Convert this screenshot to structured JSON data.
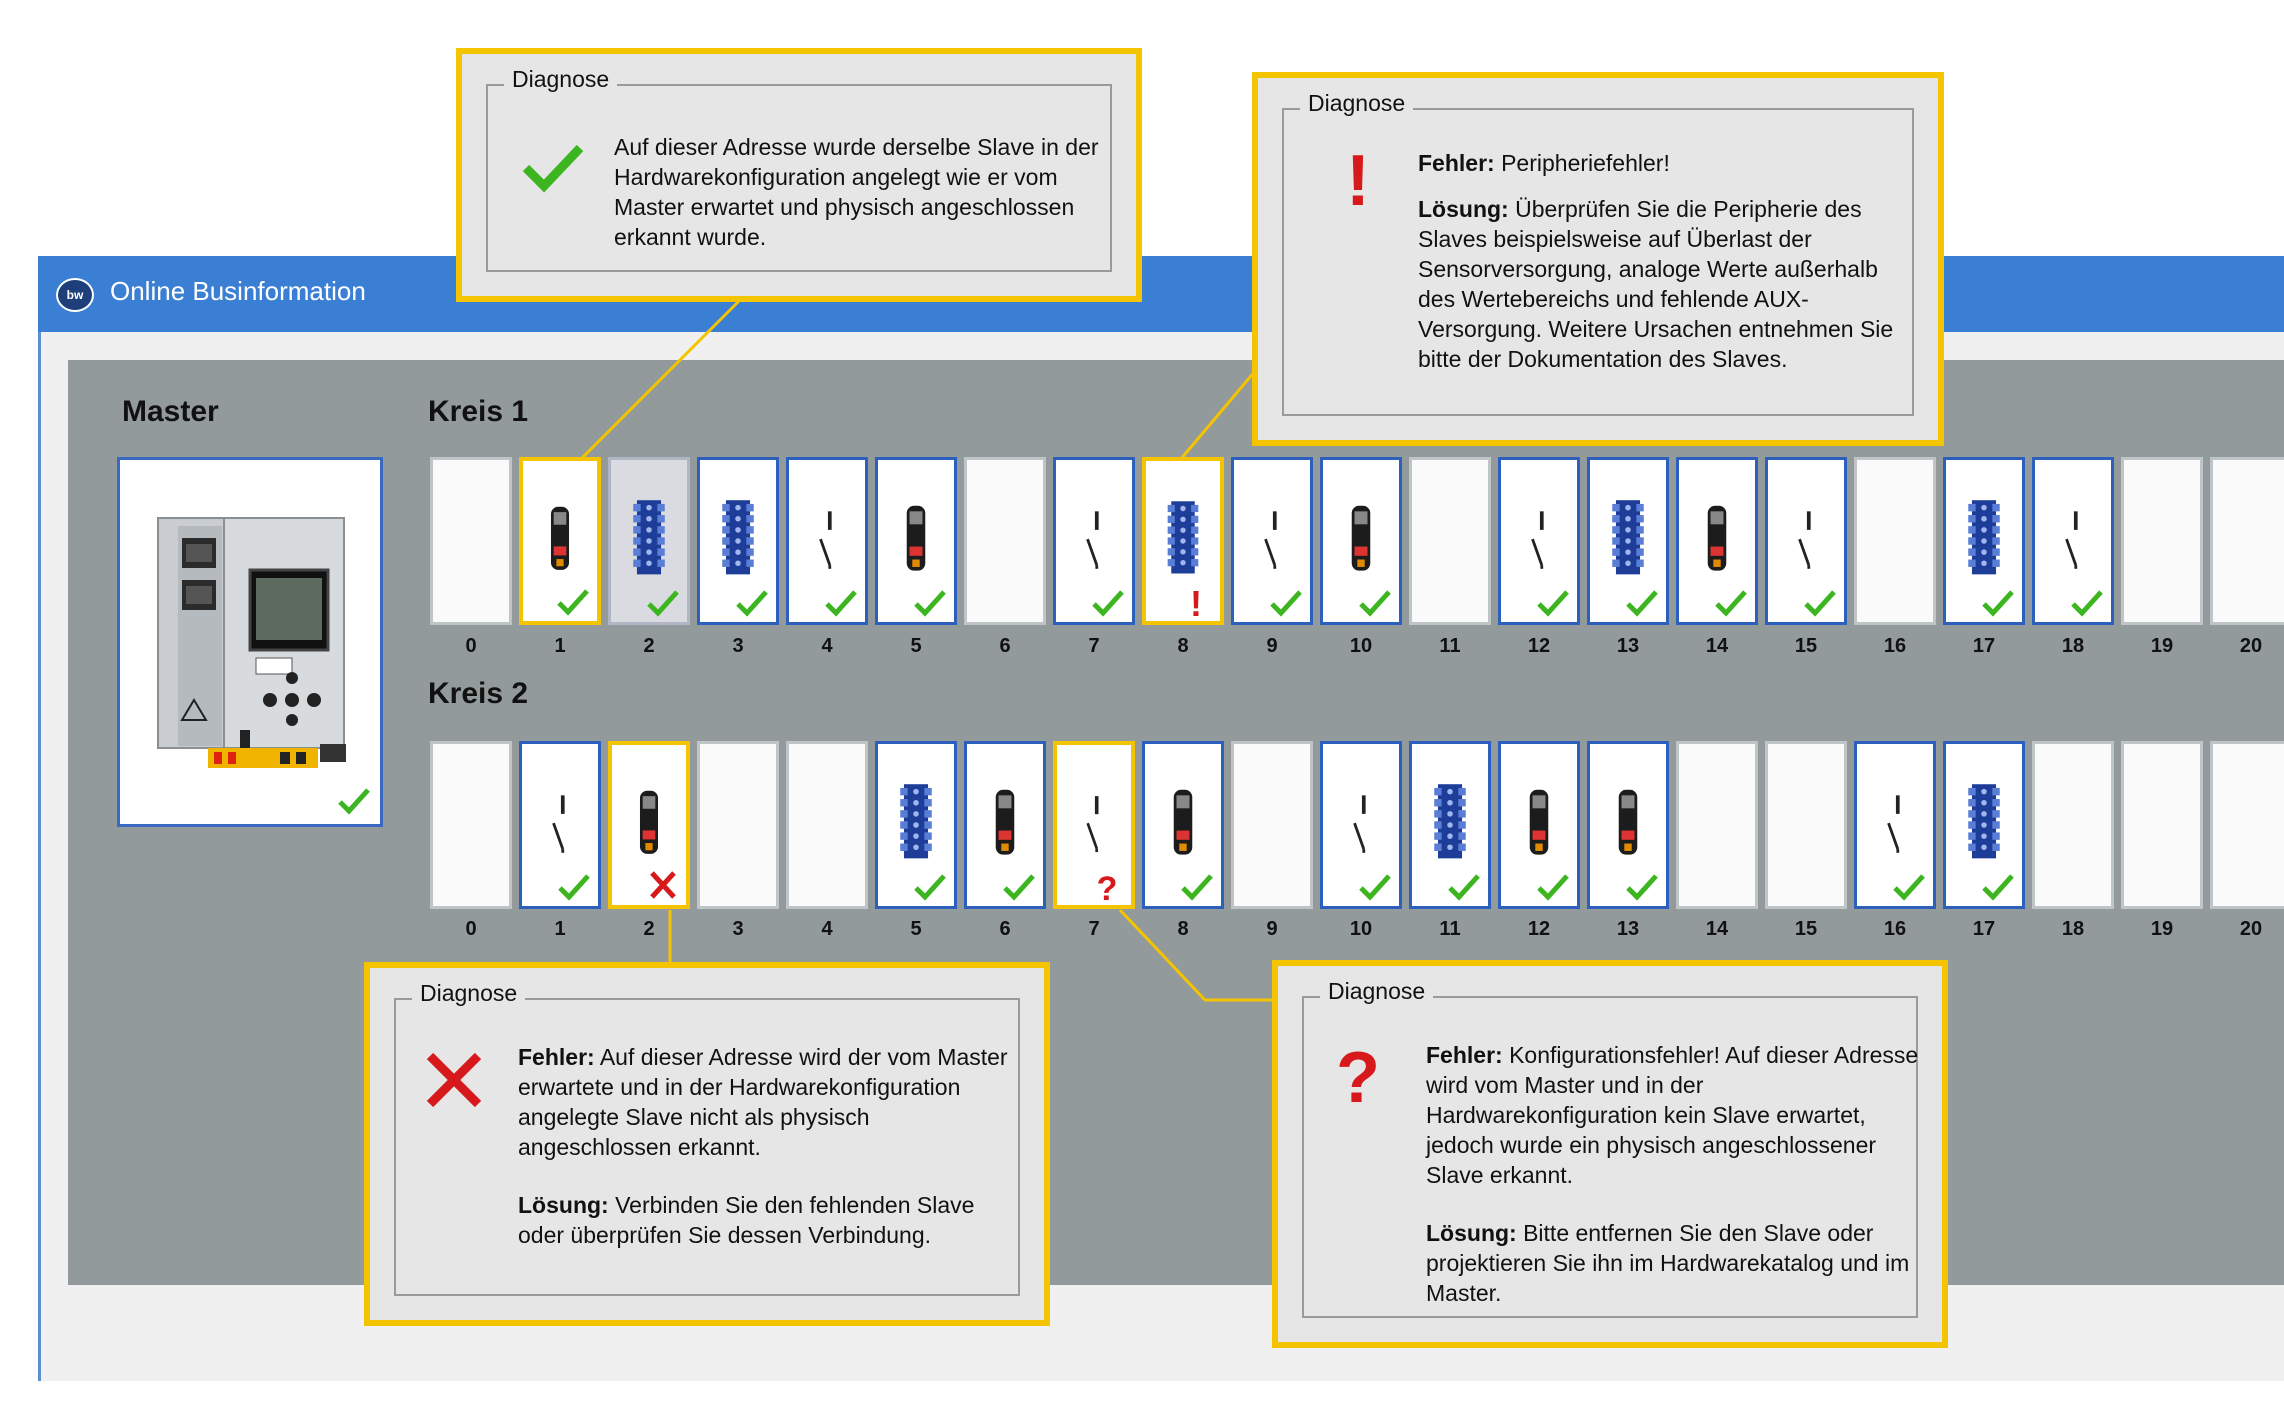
{
  "window": {
    "title": "Online Businformation",
    "logo": "bw-logo"
  },
  "master": {
    "label": "Master",
    "status": "ok"
  },
  "kreis1": {
    "label": "Kreis 1",
    "slots": [
      {
        "n": "0",
        "dev": "",
        "frame": "empty",
        "st": ""
      },
      {
        "n": "1",
        "dev": "sensor",
        "frame": "yellow",
        "st": "ok"
      },
      {
        "n": "2",
        "dev": "module",
        "frame": "grey",
        "st": "ok"
      },
      {
        "n": "3",
        "dev": "module",
        "frame": "blue",
        "st": "ok"
      },
      {
        "n": "4",
        "dev": "switch",
        "frame": "blue",
        "st": "ok"
      },
      {
        "n": "5",
        "dev": "sensor",
        "frame": "blue",
        "st": "ok"
      },
      {
        "n": "6",
        "dev": "",
        "frame": "empty",
        "st": ""
      },
      {
        "n": "7",
        "dev": "switch",
        "frame": "blue",
        "st": "ok"
      },
      {
        "n": "8",
        "dev": "module",
        "frame": "yellow",
        "st": "excl"
      },
      {
        "n": "9",
        "dev": "switch",
        "frame": "blue",
        "st": "ok"
      },
      {
        "n": "10",
        "dev": "sensor",
        "frame": "blue",
        "st": "ok"
      },
      {
        "n": "11",
        "dev": "",
        "frame": "empty",
        "st": ""
      },
      {
        "n": "12",
        "dev": "switch",
        "frame": "blue",
        "st": "ok"
      },
      {
        "n": "13",
        "dev": "module",
        "frame": "blue",
        "st": "ok"
      },
      {
        "n": "14",
        "dev": "sensor",
        "frame": "blue",
        "st": "ok"
      },
      {
        "n": "15",
        "dev": "switch",
        "frame": "blue",
        "st": "ok"
      },
      {
        "n": "16",
        "dev": "",
        "frame": "empty",
        "st": ""
      },
      {
        "n": "17",
        "dev": "module",
        "frame": "blue",
        "st": "ok"
      },
      {
        "n": "18",
        "dev": "switch",
        "frame": "blue",
        "st": "ok"
      },
      {
        "n": "19",
        "dev": "",
        "frame": "empty",
        "st": ""
      },
      {
        "n": "20",
        "dev": "",
        "frame": "empty",
        "st": ""
      }
    ]
  },
  "kreis2": {
    "label": "Kreis 2",
    "slots": [
      {
        "n": "0",
        "dev": "",
        "frame": "empty",
        "st": ""
      },
      {
        "n": "1",
        "dev": "switch",
        "frame": "blue",
        "st": "ok"
      },
      {
        "n": "2",
        "dev": "sensor",
        "frame": "yellow",
        "st": "cross"
      },
      {
        "n": "3",
        "dev": "",
        "frame": "empty",
        "st": ""
      },
      {
        "n": "4",
        "dev": "",
        "frame": "empty",
        "st": ""
      },
      {
        "n": "5",
        "dev": "module",
        "frame": "blue",
        "st": "ok"
      },
      {
        "n": "6",
        "dev": "sensor",
        "frame": "blue",
        "st": "ok"
      },
      {
        "n": "7",
        "dev": "switch",
        "frame": "yellow",
        "st": "quest"
      },
      {
        "n": "8",
        "dev": "sensor",
        "frame": "blue",
        "st": "ok"
      },
      {
        "n": "9",
        "dev": "",
        "frame": "empty",
        "st": ""
      },
      {
        "n": "10",
        "dev": "switch",
        "frame": "blue",
        "st": "ok"
      },
      {
        "n": "11",
        "dev": "module",
        "frame": "blue",
        "st": "ok"
      },
      {
        "n": "12",
        "dev": "sensor",
        "frame": "blue",
        "st": "ok"
      },
      {
        "n": "13",
        "dev": "sensor",
        "frame": "blue",
        "st": "ok"
      },
      {
        "n": "14",
        "dev": "",
        "frame": "empty",
        "st": ""
      },
      {
        "n": "15",
        "dev": "",
        "frame": "empty",
        "st": ""
      },
      {
        "n": "16",
        "dev": "switch",
        "frame": "blue",
        "st": "ok"
      },
      {
        "n": "17",
        "dev": "module",
        "frame": "blue",
        "st": "ok"
      },
      {
        "n": "18",
        "dev": "",
        "frame": "empty",
        "st": ""
      },
      {
        "n": "19",
        "dev": "",
        "frame": "empty",
        "st": ""
      },
      {
        "n": "20",
        "dev": "",
        "frame": "empty",
        "st": ""
      }
    ]
  },
  "diag_ok": {
    "caption": "Diagnose",
    "icon": "check-icon",
    "text": "Auf dieser Adresse wurde derselbe Slave in der Hardwarekonfiguration angelegt wie er vom Master erwartet und physisch angeschlossen erkannt wurde."
  },
  "diag_periph": {
    "caption": "Diagnose",
    "icon": "exclamation-icon",
    "error_label": "Fehler:",
    "error_text": "Peripheriefehler!",
    "solution_label": "Lösung:",
    "solution_text": "Überprüfen Sie die Peripherie des Slaves beispielsweise auf Überlast der Sensorversorgung, analoge Werte außerhalb des Wertebereichs und fehlende AUX-Versorgung. Weitere Ursachen entnehmen Sie bitte der Dokumentation des Slaves."
  },
  "diag_missing": {
    "caption": "Diagnose",
    "icon": "cross-icon",
    "error_label": "Fehler:",
    "error_text": "Auf dieser Adresse wird der vom Master erwartete und in der Hardwarekonfiguration angelegte Slave nicht als physisch angeschlossen erkannt.",
    "solution_label": "Lösung:",
    "solution_text": "Verbinden Sie den fehlenden Slave oder überprüfen Sie dessen Verbindung."
  },
  "diag_config": {
    "caption": "Diagnose",
    "icon": "question-icon",
    "error_label": "Fehler:",
    "error_text": "Konfigurationsfehler! Auf dieser Adresse wird vom Master und in der Hardwarekonfiguration kein Slave erwartet, jedoch wurde ein physisch angeschlossener Slave erkannt.",
    "solution_label": "Lösung:",
    "solution_text": "Bitte entfernen Sie den Slave oder projektieren Sie ihn im Hardwarekatalog und im Master."
  },
  "colors": {
    "highlight": "#f5c400",
    "frame": "#2d5fbd",
    "ok": "#3cb521",
    "error": "#d7191c"
  }
}
